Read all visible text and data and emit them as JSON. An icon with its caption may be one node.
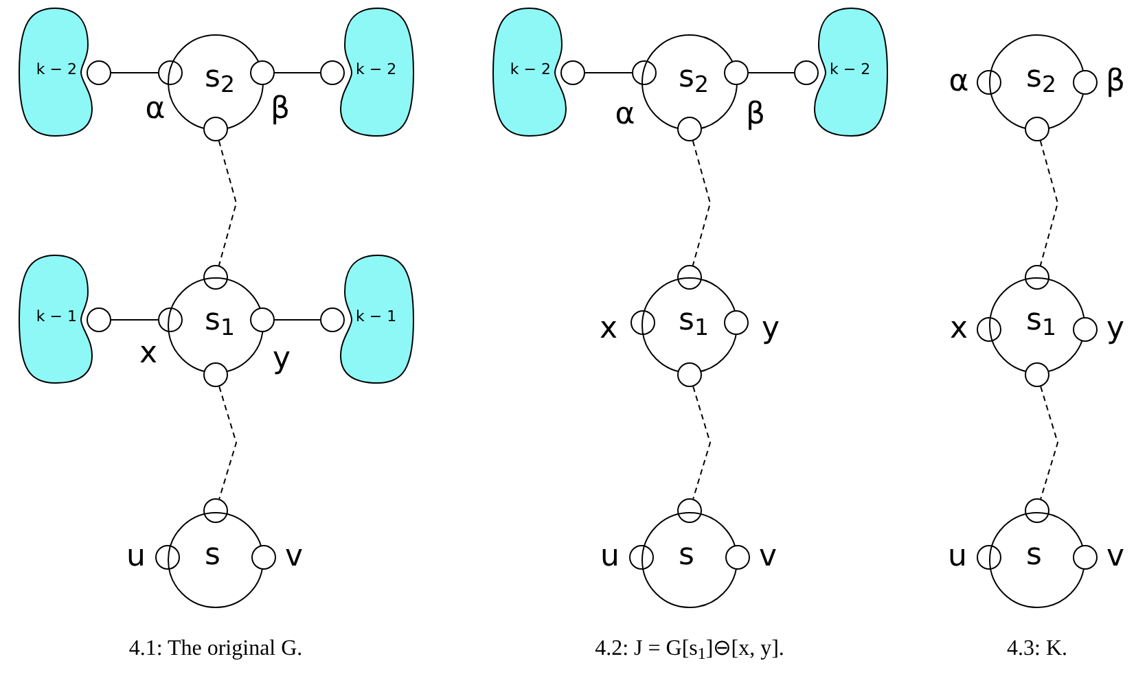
{
  "diagram": {
    "nodes": [
      {
        "text": [
          "k − 2"
        ]
      },
      {
        "text": [],
        "shape": "circle"
      },
      {
        "text": [],
        "shape": "circle",
        "beside": [
          "α"
        ]
      },
      {
        "text": [
          "s$_{2}$"
        ]
      },
      {
        "text": [],
        "shape": "circle",
        "beside": [
          "β"
        ]
      },
      {
        "text": [],
        "shape": "circle"
      },
      {
        "text": [
          "k − 2"
        ]
      },
      {
        "text": [],
        "shape": "circle"
      },
      {
        "text": [],
        "shape": "circle"
      },
      {
        "text": [
          "k − 1"
        ]
      },
      {
        "text": [],
        "shape": "circle"
      },
      {
        "text": [],
        "shape": "circle",
        "beside": [
          "x"
        ]
      },
      {
        "text": [
          "s$_{1}$"
        ]
      },
      {
        "text": [],
        "shape": "circle",
        "beside": [
          "y"
        ]
      },
      {
        "text": [],
        "shape": "circle"
      },
      {
        "text": [
          "k − 1"
        ]
      },
      {
        "text": [],
        "shape": "circle"
      },
      {
        "text": [],
        "shape": "circle"
      },
      {
        "text": [],
        "shape": "circle",
        "beside": [
          "u"
        ]
      },
      {
        "text": [
          "s"
        ]
      },
      {
        "text": [],
        "shape": "circle",
        "beside": [
          "v"
        ]
      },
      {
        "text": [
          "k − 2"
        ]
      },
      {
        "text": [],
        "shape": "circle"
      },
      {
        "text": [],
        "shape": "circle",
        "beside": [
          "α"
        ]
      },
      {
        "text": [
          "s$_{2}$"
        ]
      },
      {
        "text": [],
        "shape": "circle",
        "beside": [
          "β"
        ]
      },
      {
        "text": [],
        "shape": "circle"
      },
      {
        "text": [
          "k − 2"
        ]
      },
      {
        "text": [],
        "shape": "circle"
      },
      {
        "text": [],
        "shape": "circle"
      },
      {
        "text": [],
        "shape": "circle",
        "beside": [
          "x"
        ]
      },
      {
        "text": [
          "s$_{1}$"
        ]
      },
      {
        "text": [],
        "shape": "circle",
        "beside": [
          "y"
        ]
      },
      {
        "text": [],
        "shape": "circle"
      },
      {
        "text": [],
        "shape": "circle"
      },
      {
        "text": [],
        "shape": "circle",
        "beside": [
          "u"
        ]
      },
      {
        "text": [
          "s"
        ]
      },
      {
        "text": [],
        "shape": "circle",
        "beside": [
          "v"
        ]
      },
      {
        "text": [],
        "shape": "circle",
        "beside": [
          "α"
        ]
      },
      {
        "text": [
          "s$_{2}$"
        ]
      },
      {
        "text": [],
        "shape": "circle",
        "beside": [
          "β"
        ]
      },
      {
        "text": [],
        "shape": "circle"
      },
      {
        "text": [],
        "shape": "circle"
      },
      {
        "text": [],
        "shape": "circle",
        "beside": [
          "x"
        ]
      },
      {
        "text": [
          "s$_{1}$"
        ]
      },
      {
        "text": [],
        "shape": "circle",
        "beside": [
          "y"
        ]
      },
      {
        "text": [],
        "shape": "circle"
      },
      {
        "text": [],
        "shape": "circle"
      },
      {
        "text": [],
        "shape": "circle",
        "beside": [
          "u"
        ]
      },
      {
        "text": [
          "s"
        ]
      },
      {
        "text": [],
        "shape": "circle",
        "beside": [
          "v"
        ]
      }
    ],
    "edges": [
      {
        "from": 1,
        "to": 2,
        "arrow": "none"
      },
      {
        "from": 4,
        "to": 5,
        "arrow": "none"
      },
      {
        "from": 7,
        "to": 8,
        "arrow": "none",
        "style": "dashed"
      },
      {
        "from": 10,
        "to": 11,
        "arrow": "none"
      },
      {
        "from": 13,
        "to": 14,
        "arrow": "none"
      },
      {
        "from": 16,
        "to": 17,
        "arrow": "none",
        "style": "dashed"
      },
      {
        "from": 22,
        "to": 23,
        "arrow": "none"
      },
      {
        "from": 25,
        "to": 26,
        "arrow": "none"
      },
      {
        "from": 28,
        "to": 29,
        "arrow": "none",
        "style": "dashed"
      },
      {
        "from": 33,
        "to": 34,
        "arrow": "none",
        "style": "dashed"
      },
      {
        "from": 41,
        "to": 42,
        "arrow": "none",
        "style": "dashed"
      },
      {
        "from": 46,
        "to": 47,
        "arrow": "none",
        "style": "dashed"
      }
    ],
    "labels": [
      "4.1: The original G.",
      "4.2: J = G[s$_{1}$]⊖[x, y].",
      "4.3: K."
    ]
  }
}
